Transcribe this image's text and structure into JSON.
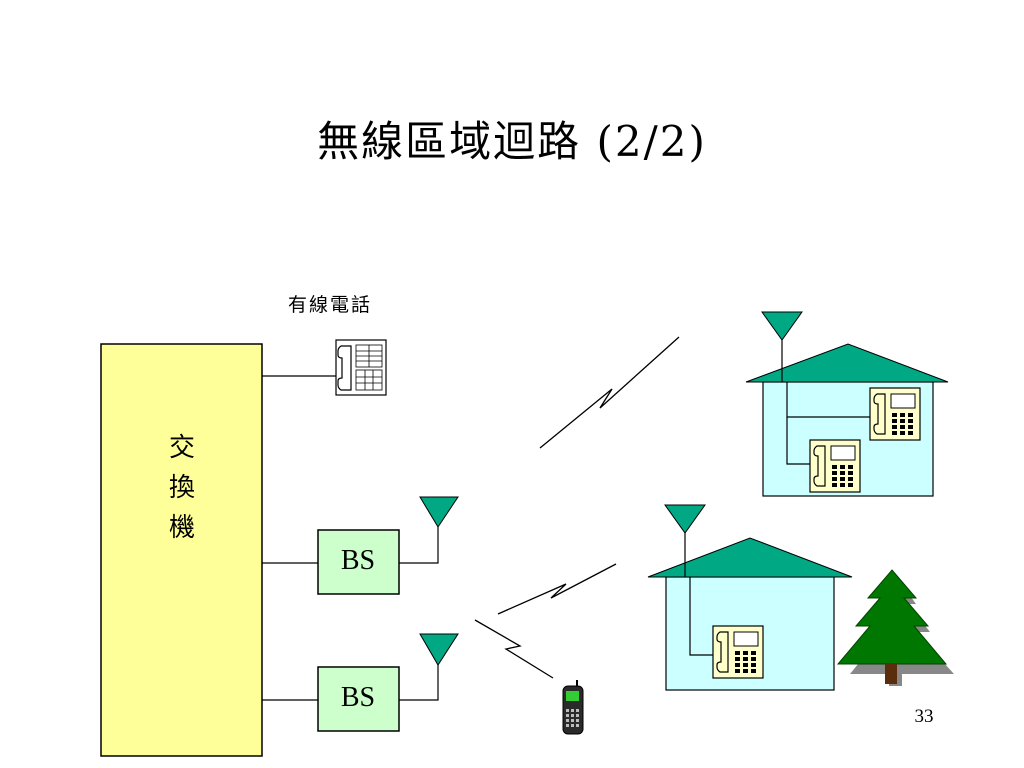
{
  "slide": {
    "title": "無線區域迴路 (2/2)",
    "page_number": "33"
  },
  "diagram": {
    "switch_label_chars": [
      "交",
      "換",
      "機"
    ],
    "wired_phone_label": "有線電話",
    "base_stations": [
      {
        "label": "BS"
      },
      {
        "label": "BS"
      }
    ],
    "colors": {
      "switch_fill": "#ffff99",
      "bs_fill": "#ccffcc",
      "antenna_fill": "#00a884",
      "roof_fill": "#00a884",
      "house_fill": "#ccffff",
      "phone_fill": "#ffffcc",
      "tree_fill": "#007700"
    },
    "icons": [
      "desk-phone-icon",
      "antenna-icon",
      "lightning-bolt-icon",
      "house-icon",
      "mobile-phone-icon",
      "pine-tree-icon"
    ]
  }
}
